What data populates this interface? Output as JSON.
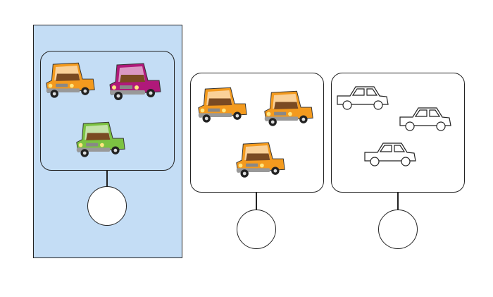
{
  "groups": [
    {
      "highlighted": true,
      "cars": [
        {
          "style": "colored",
          "color": "#f39a1e"
        },
        {
          "style": "colored",
          "color": "#b0197a"
        },
        {
          "style": "colored",
          "color": "#7cc242"
        }
      ]
    },
    {
      "highlighted": false,
      "cars": [
        {
          "style": "colored",
          "color": "#f39a1e"
        },
        {
          "style": "colored",
          "color": "#f39a1e"
        },
        {
          "style": "colored",
          "color": "#f39a1e"
        }
      ]
    },
    {
      "highlighted": false,
      "cars": [
        {
          "style": "outline"
        },
        {
          "style": "outline"
        },
        {
          "style": "outline"
        }
      ]
    }
  ],
  "colors": {
    "highlight": "#c4ddf5",
    "orange": "#f39a1e",
    "magenta": "#b0197a",
    "green": "#7cc242"
  }
}
